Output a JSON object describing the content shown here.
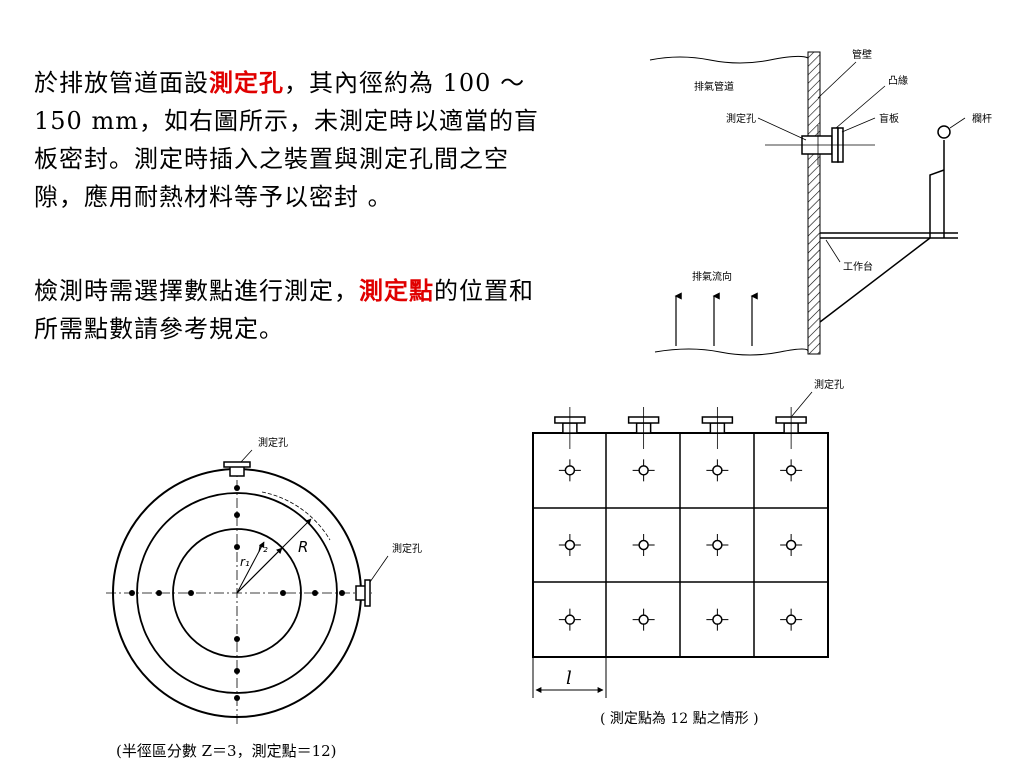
{
  "text": {
    "para1": {
      "part1": "於排放管道面設",
      "highlight1": "測定孔",
      "part2": "，其內徑約為 100 ～ 150 mm，如右圖所示，未測定時以適當的盲板密封。測定時插入之裝置與測定孔間之空隙，應用耐熱材料等予以密封 。"
    },
    "para2": {
      "part1": "檢測時需選擇數點進行測定，",
      "highlight1": "測定點",
      "part2": "的位置和所需點數請參考規定。"
    }
  },
  "top_diagram": {
    "labels": {
      "duct": "排氣管道",
      "wall": "管壁",
      "flange": "凸緣",
      "hole": "測定孔",
      "blind_plate": "盲板",
      "railing": "欄杆",
      "platform": "工作台",
      "flow": "排氣流向"
    }
  },
  "circle_diagram": {
    "labels": {
      "hole_top": "測定孔",
      "hole_right": "測定孔",
      "R": "R",
      "r1": "r₁",
      "r2": "r₂"
    },
    "caption": "(半徑區分數 Z＝3，測定點＝12)"
  },
  "grid_diagram": {
    "labels": {
      "hole": "測定孔",
      "l": "l"
    },
    "caption": "( 測定點為 12 點之情形 )",
    "rows": 3,
    "cols": 4
  }
}
